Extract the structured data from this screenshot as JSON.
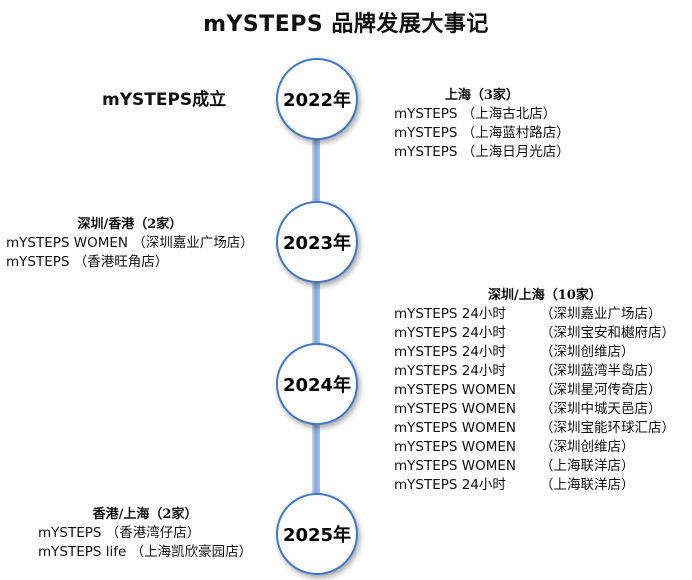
{
  "title": "mYSTEPS 品牌发展大事记",
  "founded_note": "mYSTEPS成立",
  "milestones": [
    {
      "year": "2022年",
      "heading": "上海（3家）",
      "stores": [
        "mYSTEPS （上海古北店）",
        "mYSTEPS （上海蓝村路店）",
        "mYSTEPS （上海日月光店）"
      ]
    },
    {
      "year": "2023年",
      "heading": "深圳/香港（2家）",
      "stores": [
        "mYSTEPS WOMEN （深圳嘉业广场店）",
        "mYSTEPS （香港旺角店）"
      ]
    },
    {
      "year": "2024年",
      "heading": "深圳/上海（10家）",
      "stores": [
        [
          "mYSTEPS 24小时",
          "（深圳嘉业广场店）"
        ],
        [
          "mYSTEPS 24小时",
          "（深圳宝安和樾府店）"
        ],
        [
          "mYSTEPS 24小时",
          "（深圳创维店）"
        ],
        [
          "mYSTEPS 24小时",
          "（深圳蓝湾半岛店）"
        ],
        [
          "mYSTEPS WOMEN",
          "（深圳星河传奇店）"
        ],
        [
          "mYSTEPS WOMEN",
          "（深圳中城天邑店）"
        ],
        [
          "mYSTEPS WOMEN",
          "（深圳宝能环球汇店）"
        ],
        [
          "mYSTEPS WOMEN",
          "（深圳创维店）"
        ],
        [
          "mYSTEPS WOMEN",
          "（上海联洋店）"
        ],
        [
          "mYSTEPS 24小时",
          "（上海联洋店）"
        ]
      ]
    },
    {
      "year": "2025年",
      "heading": "香港/上海（2家）",
      "stores": [
        "mYSTEPS （香港湾仔店）",
        "mYSTEPS life （上海凯欣豪园店）"
      ]
    }
  ]
}
